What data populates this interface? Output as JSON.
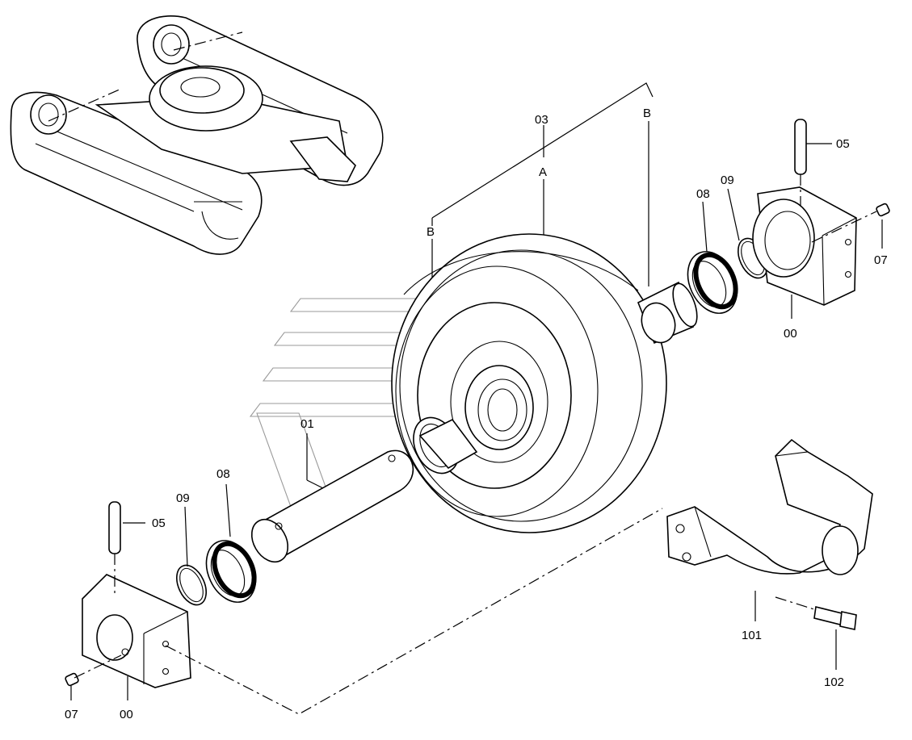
{
  "labels": {
    "top_bracket_label": "B",
    "top_bracket_number": "03",
    "wheel_letter": "A",
    "left_bracket_label": "B",
    "shaft": "01",
    "seal_left": "08",
    "oring_left": "09",
    "pin_left": "05",
    "block_left": "00",
    "plug_left": "07",
    "seal_right": "08",
    "oring_right": "09",
    "pin_right": "05",
    "plug_right": "07",
    "block_right": "00",
    "guard": "101",
    "bolt": "102"
  },
  "colors": {
    "line": "#000000",
    "background": "#ffffff",
    "watermark": "#9a9a9a"
  }
}
